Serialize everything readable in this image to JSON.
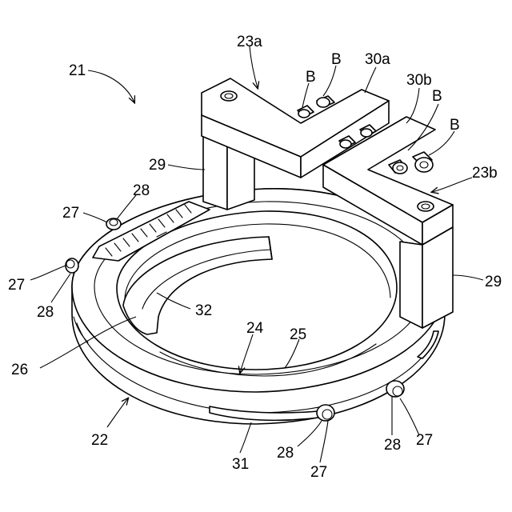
{
  "labels": {
    "l21": "21",
    "l22": "22",
    "l23a": "23a",
    "l23b": "23b",
    "l24": "24",
    "l25": "25",
    "l26": "26",
    "l27_left_upper": "27",
    "l27_left_lower": "27",
    "l27_bottom_mid": "27",
    "l27_bottom_right": "27",
    "l28_left_upper": "28",
    "l28_left_lower": "28",
    "l28_bottom_mid": "28",
    "l28_bottom_right": "28",
    "l29_left": "29",
    "l29_right": "29",
    "l30a": "30a",
    "l30b": "30b",
    "l31": "31",
    "l32": "32",
    "lB1": "B",
    "lB2": "B",
    "lB3": "B",
    "lB4": "B"
  }
}
